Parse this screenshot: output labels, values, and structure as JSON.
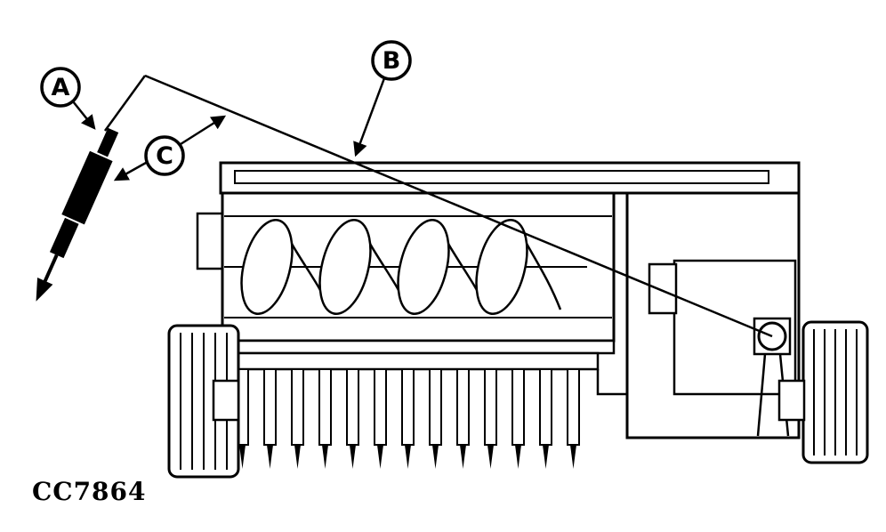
{
  "figure": {
    "code": "CC7864",
    "kind": "technical line diagram",
    "subject": "Side view of a baler / pickup machine with auger, tines and wheels; grease gun with leader-line callouts",
    "ink_color": "#000000",
    "paper_color": "#ffffff"
  },
  "callouts": [
    {
      "id": "A",
      "label": "A",
      "points_to": "grease gun"
    },
    {
      "id": "B",
      "label": "B",
      "points_to": "long diagonal leader line"
    },
    {
      "id": "C",
      "label": "C",
      "points_to": "grease gun nozzle and leader line"
    }
  ]
}
